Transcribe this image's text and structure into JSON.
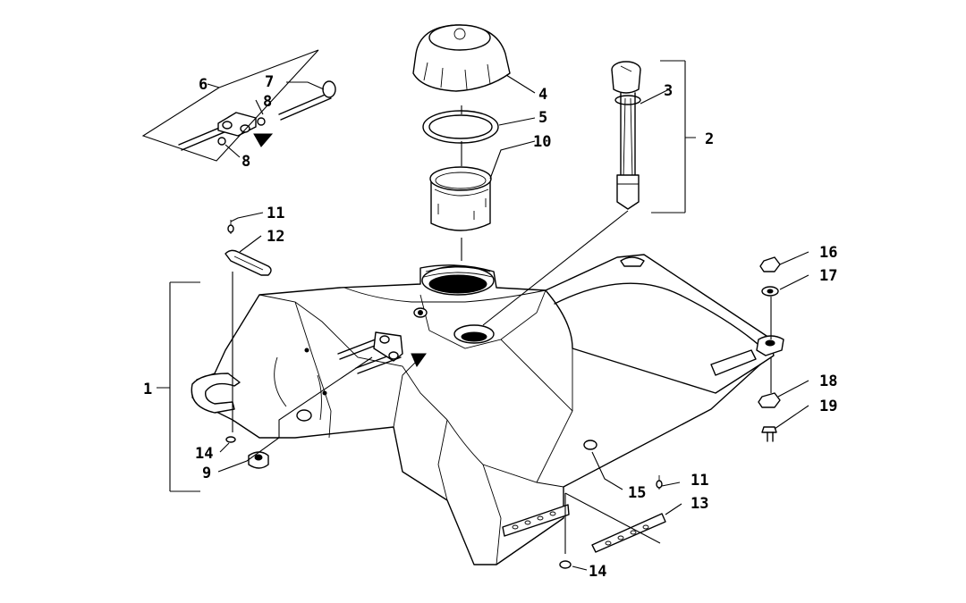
{
  "callouts": {
    "c1": "1",
    "c2": "2",
    "c3": "3",
    "c4": "4",
    "c5": "5",
    "c6": "6",
    "c7": "7",
    "c8a": "8",
    "c8b": "8",
    "c9": "9",
    "c10": "10",
    "c11a": "11",
    "c11b": "11",
    "c12": "12",
    "c13": "13",
    "c14a": "14",
    "c14b": "14",
    "c15": "15",
    "c16": "16",
    "c17": "17",
    "c18": "18",
    "c19": "19"
  }
}
